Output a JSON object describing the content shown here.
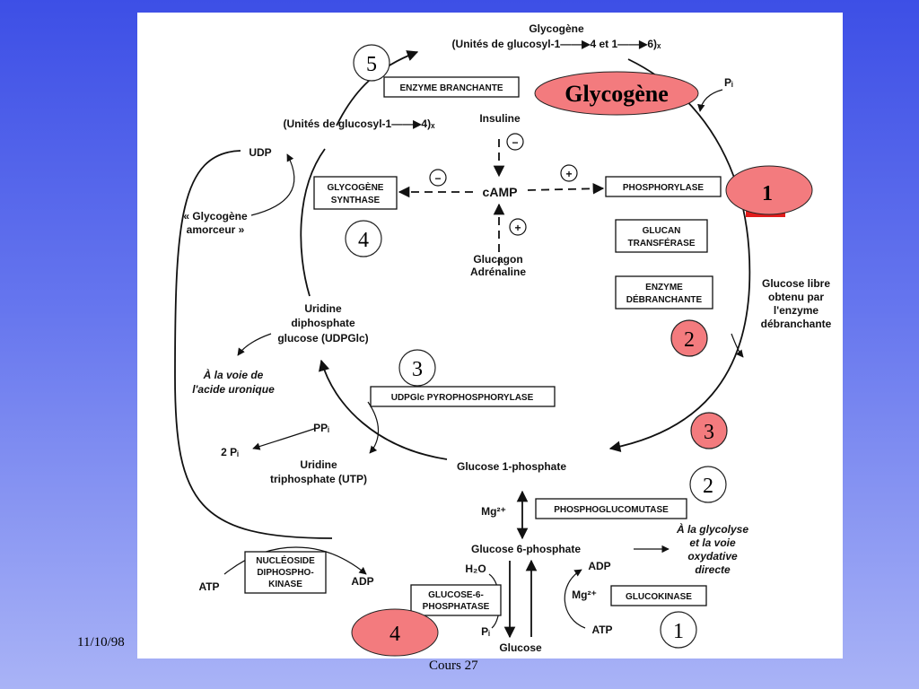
{
  "diagram": {
    "top": {
      "glycogen": "Glycogène",
      "glycogen_units": "(Unités de glucosyl-1——▶4 et 1——▶6)ₓ",
      "units_14": "(Unités de glucosyl-1——▶4)ₓ",
      "pi": "Pᵢ"
    },
    "center": {
      "insuline": "Insuline",
      "camp": "cAMP",
      "glucagon": "Glucagon",
      "adrenaline": "Adrénaline",
      "minus": "−",
      "plus": "+"
    },
    "left": {
      "udp": "UDP",
      "primer_1": "« Glycogène",
      "primer_2": "amorceur »",
      "udpglc_1": "Uridine",
      "udpglc_2": "diphosphate",
      "udpglc_3": "glucose (UDPGlc)",
      "uronic_1": "À la voie de",
      "uronic_2": "l'acide uronique",
      "ppi": "PPᵢ",
      "two_pi": "2 Pᵢ",
      "utp_1": "Uridine",
      "utp_2": "triphosphate (UTP)",
      "atp": "ATP",
      "adp": "ADP"
    },
    "right": {
      "free_glucose_1": "Glucose libre",
      "free_glucose_2": "obtenu par",
      "free_glucose_3": "l'enzyme",
      "free_glucose_4": "débranchante"
    },
    "bottom": {
      "g1p": "Glucose 1-phosphate",
      "mg": "Mg²⁺",
      "g6p": "Glucose 6-phosphate",
      "glyco_1": "À la glycolyse",
      "glyco_2": "et la voie",
      "glyco_3": "oxydative",
      "glyco_4": "directe",
      "h2o": "H₂O",
      "pi": "Pᵢ",
      "glucose": "Glucose",
      "adp": "ADP",
      "mg2": "Mg²⁺",
      "atp": "ATP"
    },
    "enzymes": {
      "branching": "ENZYME BRANCHANTE",
      "synthase_1": "GLYCOGÈNE",
      "synthase_2": "SYNTHASE",
      "phosphorylase": "PHOSPHORYLASE",
      "transferase_1": "GLUCAN",
      "transferase_2": "TRANSFÉRASE",
      "debranching_1": "ENZYME",
      "debranching_2": "DÉBRANCHANTE",
      "udpglc_ppase": "UDPGlc PYROPHOSPHORYLASE",
      "phosphoglucomutase": "PHOSPHOGLUCOMUTASE",
      "nucleoside_1": "NUCLÉOSIDE",
      "nucleoside_2": "DIPHOSPHO-",
      "nucleoside_3": "KINASE",
      "g6pase_1": "GLUCOSE-6-",
      "g6pase_2": "PHOSPHATASE",
      "glucokinase": "GLUCOKINASE"
    },
    "overlay": {
      "title": "Glycogène",
      "badge_5": "5",
      "badge_4_white": "4",
      "badge_3_white": "3",
      "badge_2_white": "2",
      "badge_1_white": "1",
      "badge_1_red": "1",
      "badge_2_red": "2",
      "badge_3_red": "3",
      "badge_4_red": "4"
    },
    "colors": {
      "red_fill": "#f37b7e",
      "white_fill": "#ffffff",
      "background": "#4a5ae8"
    }
  },
  "footer": {
    "date": "11/10/98",
    "course": "Cours 27"
  }
}
